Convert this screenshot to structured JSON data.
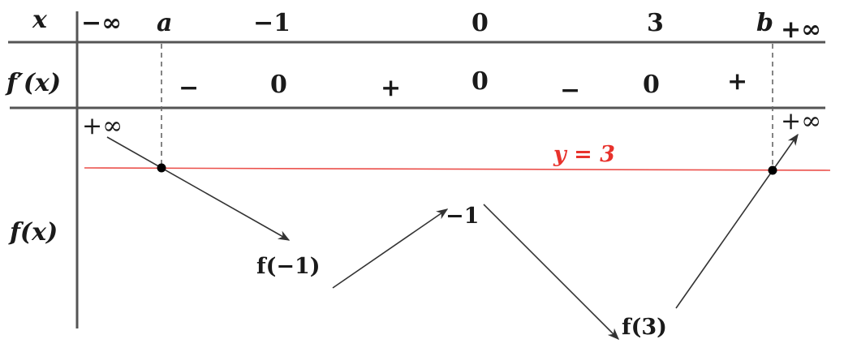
{
  "table": {
    "row_labels": {
      "x": "x",
      "fprime": "f′(x)",
      "f": "f(x)"
    },
    "x_values": [
      "−∞",
      "a",
      "−1",
      "0",
      "3",
      "b",
      "+∞"
    ],
    "fprime_signs": [
      "−",
      "0",
      "+",
      "0",
      "−",
      "0",
      "+"
    ],
    "f_values": {
      "start": "+∞",
      "f_minus1": "f(−1)",
      "f_0": "−1",
      "f_3": "f(3)",
      "end": "+∞"
    },
    "line": {
      "label": "y = 3",
      "color": "#e8322c"
    },
    "line_color": "#555555",
    "arrow_color": "#333333"
  },
  "chart_data": {
    "type": "table",
    "title": "Variation table of f(x)",
    "x": [
      "−∞",
      "a",
      "−1",
      "0",
      "3",
      "b",
      "+∞"
    ],
    "f_prime": [
      {
        "interval": "(−∞, −1)",
        "sign": "−"
      },
      {
        "at": "−1",
        "value": "0"
      },
      {
        "interval": "(−1, 0)",
        "sign": "+"
      },
      {
        "at": "0",
        "value": "0"
      },
      {
        "interval": "(0, 3)",
        "sign": "−"
      },
      {
        "at": "3",
        "value": "0"
      },
      {
        "interval": "(3, +∞)",
        "sign": "+"
      }
    ],
    "f": [
      {
        "x": "−∞",
        "value": "+∞"
      },
      {
        "x": "a",
        "value": "3",
        "marked_point": true
      },
      {
        "x": "−1",
        "value": "f(−1)",
        "type": "local min"
      },
      {
        "x": "0",
        "value": "−1",
        "type": "local max"
      },
      {
        "x": "3",
        "value": "f(3)",
        "type": "local min"
      },
      {
        "x": "b",
        "value": "3",
        "marked_point": true
      },
      {
        "x": "+∞",
        "value": "+∞"
      }
    ],
    "trend": [
      "decreasing",
      "increasing",
      "decreasing",
      "increasing"
    ],
    "horizontal_line": {
      "equation": "y = 3",
      "color": "#e8322c"
    },
    "dashed_verticals_at": [
      "a",
      "b"
    ]
  }
}
